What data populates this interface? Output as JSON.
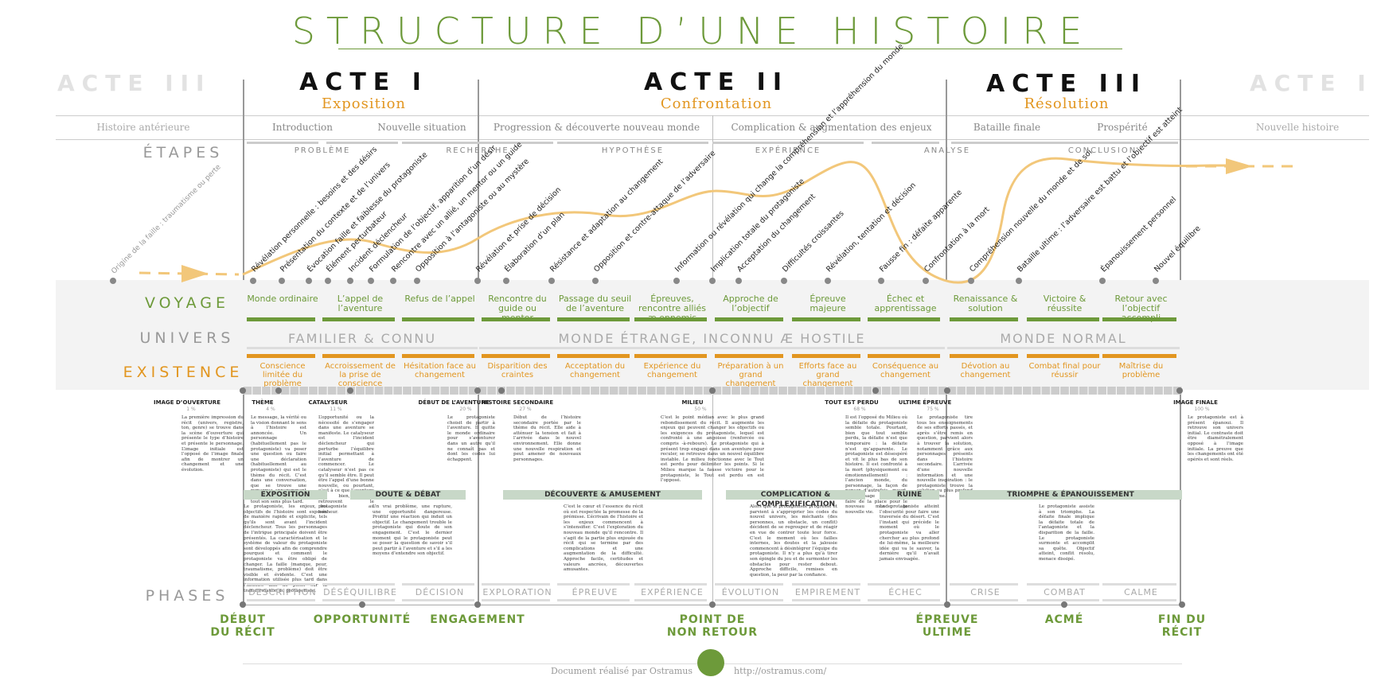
{
  "title": "STRUCTURE D’UNE HISTOIRE",
  "ghost_left": "ACTE III",
  "ghost_right": "ACTE I",
  "actes": [
    {
      "name": "ACTE I",
      "sub": "Exposition"
    },
    {
      "name": "ACTE II",
      "sub": "Confrontation"
    },
    {
      "name": "ACTE III",
      "sub": "Résolution"
    }
  ],
  "stages": {
    "left": "Histoire antérieure",
    "s1": "Introduction",
    "s2": "Nouvelle situation",
    "s3": "Progression & découverte nouveau monde",
    "s4": "Complication & augmentation des enjeux",
    "s5": "Bataille finale",
    "s6": "Prospérité",
    "right": "Nouvelle histoire"
  },
  "row_labels": {
    "etapes": "ÉTAPES",
    "voyage": "VOYAGE",
    "univers": "UNIVERS",
    "existence": "EXISTENCE",
    "phases": "PHASES"
  },
  "etapes": [
    "PROBLÈME",
    "RECHERCHE",
    "HYPOTHÈSE",
    "EXPÉRIENCE",
    "ANALYSE",
    "CONCLUSION"
  ],
  "origine": "Origine de la faille : traumatisme ou perte",
  "beats": [
    "Révélation personnelle : besoins et des désirs",
    "Présentation du contexte et de l’univers",
    "Évocation faille et faiblesse du protagoniste",
    "Élément perturbateur",
    "Incident déclencheur",
    "Formulation de l’objectif, apparition d’un désir",
    "Rencontre avec un allié, un mentor ou un guide",
    "Opposition à l’antagoniste ou au mystère",
    "Révélation et prise de décision",
    "Élaboration d’un plan",
    "Résistance et adaptation au changement",
    "Opposition et contre-attaque de l’adversaire",
    "Information ou révélation qui change la compréhension et l’appréhension du monde",
    "Implication totale du protagoniste",
    "Acceptation du changement",
    "Difficultés croissantes",
    "Révélation, tentation et décision",
    "Fausse fin : défaite apparente",
    "Confrontation à la mort",
    "Compréhension nouvelle du monde et de soi",
    "Bataille ultime : l’adversaire est battu et l’objectif est atteint",
    "Épanouissement personnel",
    "Nouvel équilibre"
  ],
  "voyage": [
    "Monde ordinaire",
    "L’appel de l’aventure",
    "Refus de l’appel",
    "Rencontre du guide ou mentor",
    "Passage du seuil de l’aventure",
    "Épreuves, rencontre alliés æ ennemis",
    "Approche de l’objectif",
    "Épreuve majeure",
    "Échec et apprentissage",
    "Renaissance & solution",
    "Victoire & réussite",
    "Retour avec l’objectif accompli"
  ],
  "univers": [
    "FAMILIER & CONNU",
    "MONDE ÉTRANGE, INCONNU Æ HOSTILE",
    "MONDE NORMAL"
  ],
  "existence": [
    "Conscience limitée du problème",
    "Accroissement de la prise de conscience",
    "Hésitation face au changement",
    "Disparition des craintes",
    "Acceptation du changement",
    "Expérience du changement",
    "Préparation à un grand changement",
    "Efforts face au grand changement",
    "Conséquence au changement",
    "Dévotion au changement",
    "Combat final pour réussir",
    "Maîtrise du problème"
  ],
  "timeline": [
    {
      "label": "IMAGE D’OUVERTURE",
      "pct": "1 %"
    },
    {
      "label": "THÈME",
      "pct": "4 %"
    },
    {
      "label": "CATALYSEUR",
      "pct": "11 %"
    },
    {
      "label": "DÉBUT DE L’AVENTURE",
      "pct": "20 %"
    },
    {
      "label": "HISTOIRE SECONDAIRE",
      "pct": "27 %"
    },
    {
      "label": "MILIEU",
      "pct": "50 %"
    },
    {
      "label": "TOUT EST PERDU",
      "pct": "68 %"
    },
    {
      "label": "ULTIME ÉPREUVE",
      "pct": "75 %"
    },
    {
      "label": "IMAGE FINALE",
      "pct": "100 %"
    }
  ],
  "timeline_texts": [
    "La première impression du récit (univers, registre, ton, genre) se trouve dans la scène d’ouverture qui présente le type d’histoire et présente le personnage. L’image initiale est l’opposé de l’image finale afin de montrer un changement et une évolution.",
    "Le message, la vérité ou la vision donnant le sens à l’histoire est annoncée. Un personnage (habituellement pas le protagoniste) va poser une question ou faire une déclaration (habituellement au protagoniste) qui est le thème du récit. C’est dans une conversation, que se trouve une remarque apparemment anodine qui prendra tout son sens plus tard.",
    "L’opportunité ou la nécessité de s’engager dans une aventure se manifeste. Le catalyseur est l’incident déclencheur qui perturbe l’équilibre initial permettant à l’aventure de commencer. Le catalyseur n’est pas ce qu’il semble être. Il peut être l’appel d’une bonne nouvelle, ou pourtant, c’est à ce que l’aventure soit bien, qu’ils retrouvent le protagoniste au bonheur.",
    "Le protagoniste choisit de partir à l’aventure. Il quitte le monde ordinaire pour s’aventurer dans un autre qu’il ne connaît pas et dont les codes lui échappent.",
    "Début de l’histoire secondaire portée par le thème du récit. Elle aide à atténuer la tension et fait à l’arrivée dans le nouvel environnement. Elle donne une nouvelle respiration et peut amener de nouveaux personnages.",
    "C’est le point médian avec le plus grand rebondissement du récit. Il augmente les enjeux qui peuvent changer les objectifs ou les exigences du protagoniste, lequel est confronté à une angoisse (renforcée ou compris -à-rebours). Le protagoniste qui à présent trop engagé dans son aventure pour reculer, se retrouve dans un nouvel équilibre instable. Le milieu fonctionne avec le Tout est perdu pour délimiter les points. Si le Milieu marque la fausse victoire pour le protagoniste, le Tout est perdu en est l’opposé.",
    "Il est l’opposé du Milieu où la défaite du protagoniste semble totale. Pourtant, bien que tout semble perdu, la défaite n’est que temporaire : la défaite n’est qu’apparente. Le protagoniste est désespéré et vit le plus bas de son histoire. Il est confronté à la mort (physiquement ou émotionnellement) : l’ancien monde, du personnage, la façon de penser d’autrefois, meurt. Ce passage permet de faire de la place pour le nouveau monde, la nouvelle vie.",
    "Le protagoniste tire tous les enseignements de ses efforts passés, et après s’être remis en question, parvient alors à trouver la solution, notamment grâce aux personnages présents dans l’histoire secondaire. L’arrivée d’une nouvelle information et une nouvelle inspiration : le protagoniste trouve la solution au plus profond de lui-même.",
    "Le protagoniste est à présent épanoui. Il retrouve son univers initial. Le contraste doit être diamétralement opposé à l’image initiale. La preuve que les changements ont été opérés et sont réels."
  ],
  "green_boxes": [
    "EXPOSITION",
    "DOUTE & DÉBAT",
    "DÉCOUVERTE & AMUSEMENT",
    "COMPLICATION & COMPLEXIFICATION",
    "RUINE",
    "TRIOMPHE & ÉPANOUISSEMENT"
  ],
  "box_texts": [
    "Le protagoniste, les enjeux, les objectifs de l’histoire sont exposés de manière rapide et explicite, tels qu’ils sont avant l’incident déclencheur. Tous les personnages de l’intrigue principale doivent être présentés. La caractérisation et le système de valeur du protagoniste sont développés afin de comprendre pourquoi et comment le protagoniste va être obligé de changer. La faille (manque, peur, traumatisme, problème) doit être visible et évidente. C’est une information utilisée plus tard dans l’histoire afin de poser sur la transformation du protagoniste.",
    "Un vrai problème, une rupture, une opportunité dangereuse. Profitif une réaction qui induit un objectif. Le changement trouble le protagoniste qui doute de son engagement. C’est le dernier moment qui le protagoniste peut se poser la question de savoir s’il peut partir à l’aventure et s’il a les moyens d’entendre son objectif.",
    "C’est le cœur et l’essence du récit où est respectée la promesse de la prémisse. L’écrivain de l’histoire et les enjeux commencent à s’intensifier. C’est l’exploration du nouveau monde qu’il rencontre. Il s’agit de la partie plus enjouée du récit qui se termine par des complications et une augmentation de la difficulté. Approche facile, certitudes et valeurs ancrées, découvertes amusantes.",
    "Alors que le protagoniste progresse et parvient à s’approprier les codes du nouvel univers, les méchants (des personnes, un obstacle, un conflit) décident de se regrouper et de réagir en vue de contrer toute leur force. C’est le moment où les failles internes, les doutes et la jalousie commencent à désintégrer l’équipe du protagoniste. Il n’y a plus qu’à tirer son épingle du jeu et de surmonter les obstacles pour rester debout. Approche difficile, remises en question, la peur par la confiance.",
    "Le protagoniste atteint l’obscurité pour faire une traversée du désert. C’est l’instant qui précède le moment où le protagoniste va aller chercher au plus profond de lui-même, la meilleure idée qui va le sauver, la dernière qu’il n’avait jamais envisagée.",
    "Le protagoniste assiste à son triomphe. La défaite finale implique la défaite totale de l’antagoniste et la disparition de la faille. Le protagoniste surmonte et accomplit sa quête. Objectif atteint, conflit résolu, menace dissipé."
  ],
  "phases": [
    "DESCRIPTION",
    "DÉSÉQUILIBRE",
    "DÉCISION",
    "EXPLORATION",
    "ÉPREUVE",
    "EXPÉRIENCE",
    "ÉVOLUTION",
    "EMPIREMENT",
    "ÉCHEC",
    "CRISE",
    "COMBAT",
    "CALME"
  ],
  "milestones": [
    {
      "l1": "DÉBUT",
      "l2": "DU RÉCIT"
    },
    {
      "l1": "OPPORTUNITÉ",
      "l2": ""
    },
    {
      "l1": "ENGAGEMENT",
      "l2": ""
    },
    {
      "l1": "POINT DE",
      "l2": "NON RETOUR"
    },
    {
      "l1": "ÉPREUVE",
      "l2": "ULTIME"
    },
    {
      "l1": "ACMÉ",
      "l2": ""
    },
    {
      "l1": "FIN DU",
      "l2": "RÉCIT"
    }
  ],
  "footer": {
    "left": "Document réalisé par Ostramus",
    "right": "http://ostramus.com/"
  },
  "colors": {
    "green": "#6d9a3a",
    "orange": "#e29620",
    "curve": "#f2c77a"
  }
}
